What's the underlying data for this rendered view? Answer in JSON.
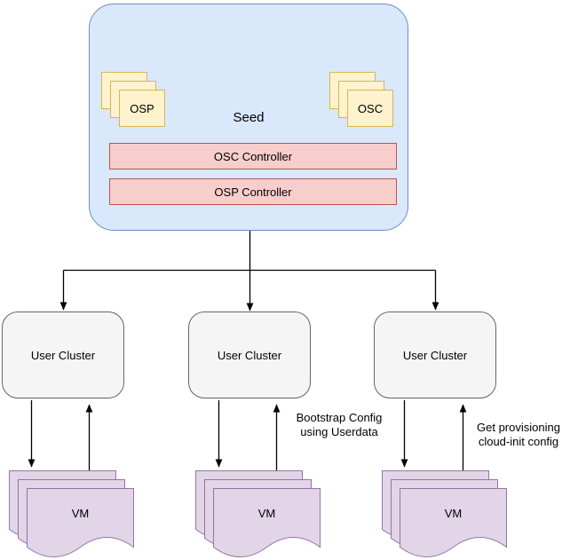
{
  "diagram": {
    "seed": {
      "label": "Seed",
      "fill": "#dae8fc",
      "stroke": "#6c8ebf",
      "osp_stack": {
        "label": "OSP",
        "fill": "#fff2cc",
        "stroke": "#d6b656"
      },
      "osc_stack": {
        "label": "OSC",
        "fill": "#fff2cc",
        "stroke": "#d6b656"
      },
      "controllers": [
        {
          "label": "OSC Controller"
        },
        {
          "label": "OSP Controller"
        }
      ],
      "controller_fill": "#f8cecc",
      "controller_stroke": "#b85450"
    },
    "clusters": [
      {
        "label": "User Cluster"
      },
      {
        "label": "User Cluster"
      },
      {
        "label": "User Cluster"
      }
    ],
    "cluster_fill": "#f5f5f5",
    "cluster_stroke": "#666666",
    "vm_stacks": [
      {
        "label": "VM"
      },
      {
        "label": "VM"
      },
      {
        "label": "VM"
      }
    ],
    "vm_fill": "#e1d5e7",
    "vm_stroke": "#9673a6",
    "annotations": [
      {
        "line1": "Bootstrap Config",
        "line2": "using Userdata"
      },
      {
        "line1": "Get provisioning",
        "line2": "cloud-init config"
      }
    ],
    "arrow_color": "#000000"
  }
}
